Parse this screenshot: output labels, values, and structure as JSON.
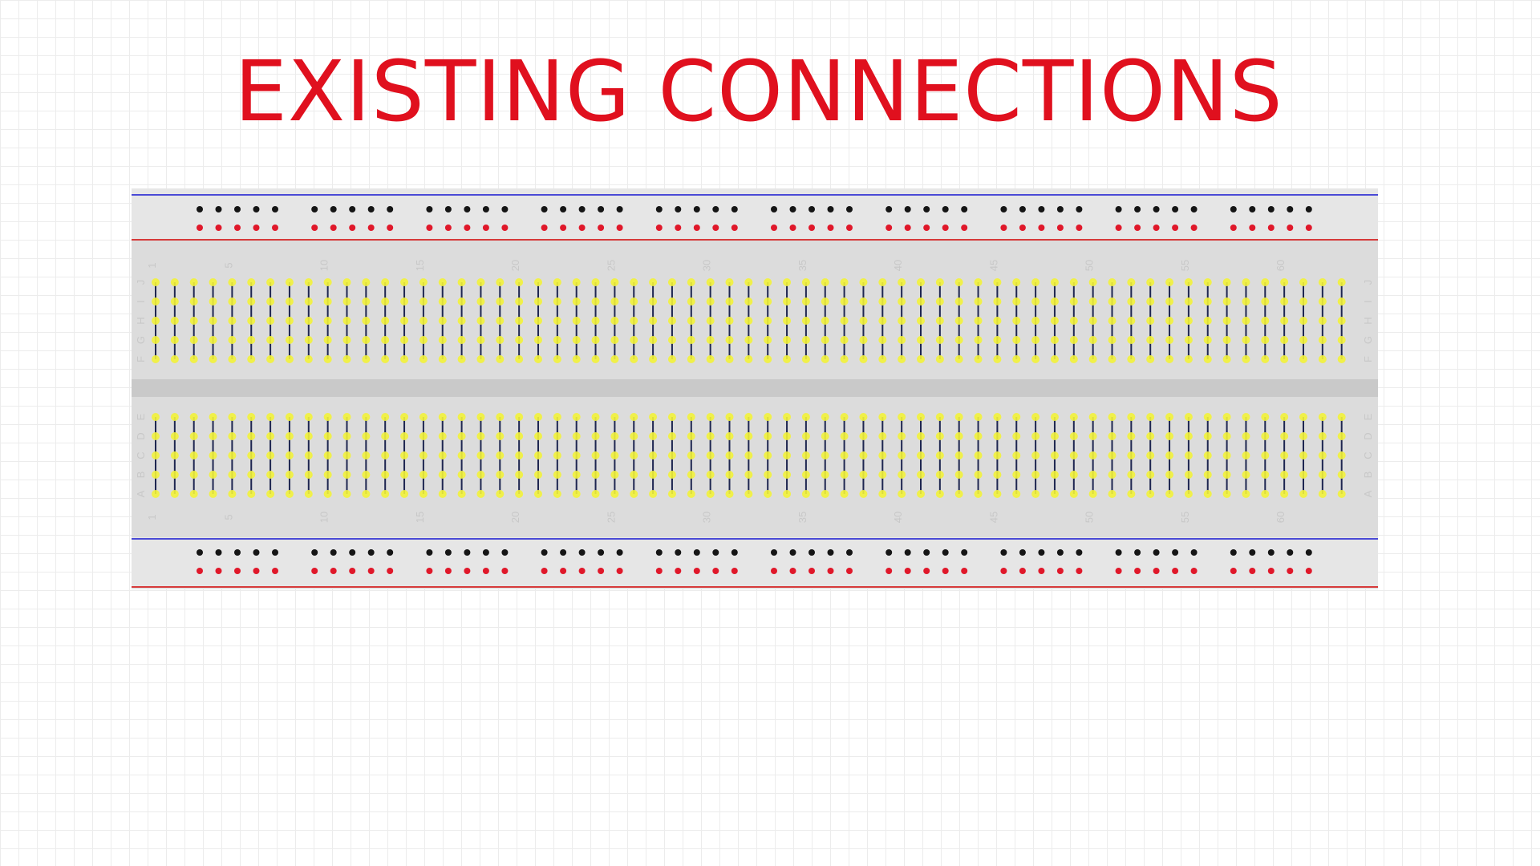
{
  "title": "EXISTING CONNECTIONS",
  "colors": {
    "title": "#e0101e",
    "board": "#dcdcdc",
    "channel": "#c9c9c9",
    "rail_blue_line": "#4a4ad6",
    "rail_red_line": "#d63a3a",
    "negative_hole": "#151515",
    "positive_hole": "#e0182a",
    "connection_line": "#1e2650",
    "highlight_hole": "#f2f23a",
    "label_text": "#c8c8c8"
  },
  "breadboard": {
    "columns": 63,
    "column_number_labels": [
      "1",
      "5",
      "10",
      "15",
      "20",
      "25",
      "30",
      "35",
      "40",
      "45",
      "50",
      "55",
      "60"
    ],
    "top_block_rows": [
      "J",
      "I",
      "H",
      "G",
      "F"
    ],
    "bottom_block_rows": [
      "E",
      "D",
      "C",
      "B",
      "A"
    ],
    "rail_groups": 10,
    "holes_per_rail_group": 5
  }
}
